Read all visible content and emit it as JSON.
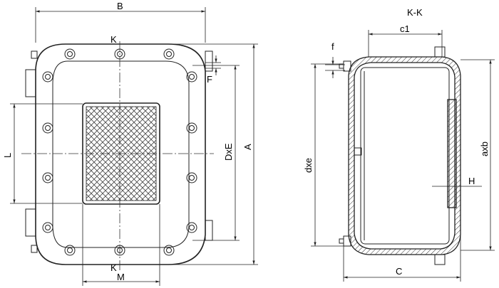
{
  "front_view": {
    "labels": {
      "B": "B",
      "K_top": "K",
      "K_bottom": "K",
      "F": "F",
      "DxE": "DxE",
      "A": "A",
      "L": "L",
      "M": "M"
    }
  },
  "section_view": {
    "title": "K-K",
    "labels": {
      "c1": "c1",
      "f": "f",
      "dxe": "dxe",
      "axb": "axb",
      "H": "H",
      "C": "C"
    }
  },
  "colors": {
    "line": "#222222",
    "background": "#ffffff"
  }
}
